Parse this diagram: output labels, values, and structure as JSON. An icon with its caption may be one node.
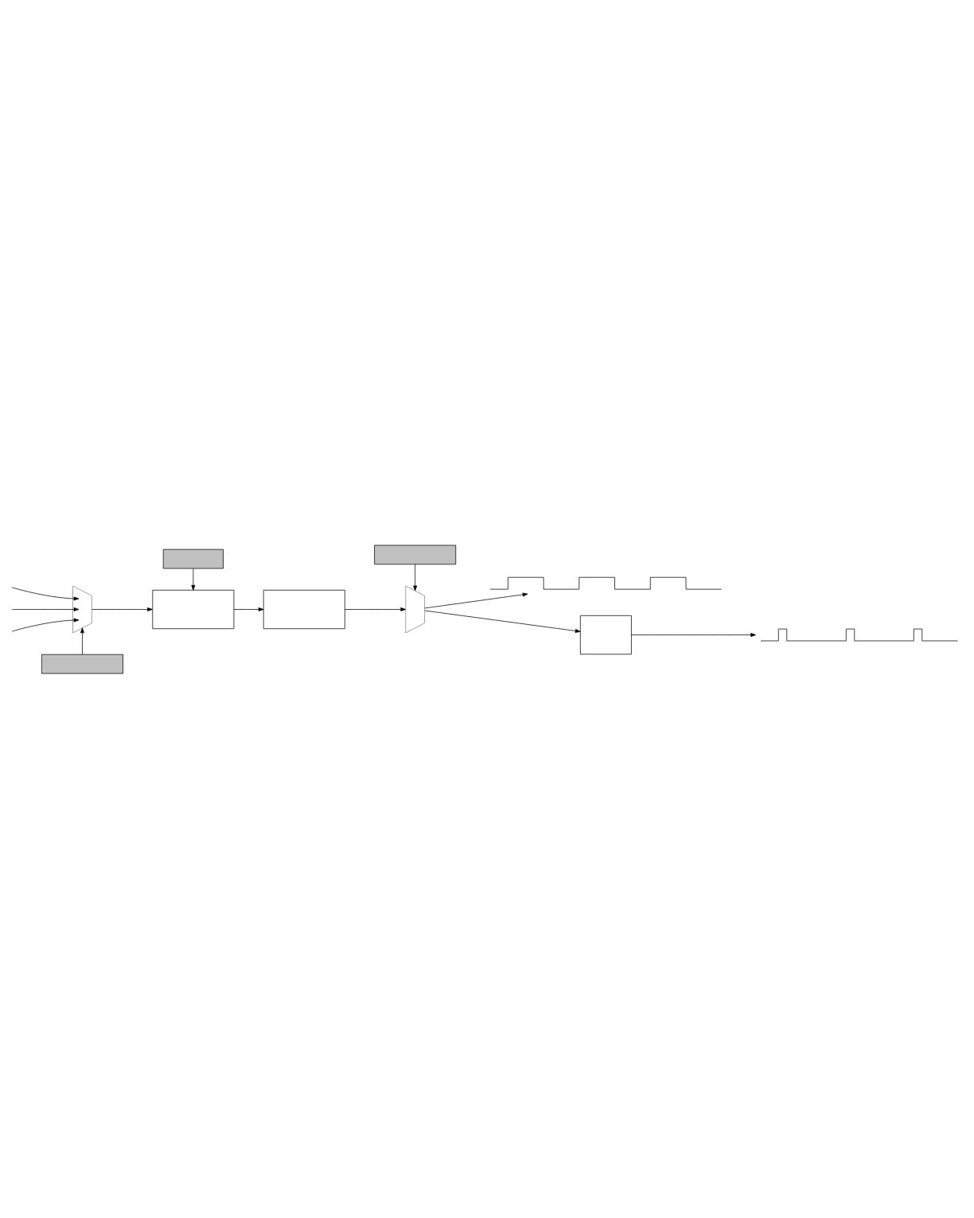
{
  "diagram": {
    "nodes": [
      {
        "text": [],
        "shape": "trapezoid"
      },
      {
        "text": [],
        "shape": "box"
      },
      {
        "text": [],
        "shape": "box"
      },
      {
        "text": [],
        "shape": "trapezoid"
      },
      {
        "text": [],
        "shape": "waveform"
      },
      {
        "text": [],
        "shape": "box"
      },
      {
        "text": [],
        "shape": "waveform"
      },
      {
        "text": [],
        "shape": "box"
      },
      {
        "text": [],
        "shape": "box"
      },
      {
        "text": [],
        "shape": "box"
      }
    ],
    "edges": [
      {
        "from": null,
        "to": 0,
        "arrow": "to"
      },
      {
        "from": null,
        "to": 0,
        "arrow": "to"
      },
      {
        "from": null,
        "to": 0,
        "arrow": "to"
      },
      {
        "from": 0,
        "to": 1,
        "arrow": "to"
      },
      {
        "from": 1,
        "to": 2,
        "arrow": "to"
      },
      {
        "from": 2,
        "to": 3,
        "arrow": "to"
      },
      {
        "from": 3,
        "to": 4,
        "arrow": "to"
      },
      {
        "from": 3,
        "to": 5,
        "arrow": "to"
      },
      {
        "from": 5,
        "to": 6,
        "arrow": "to"
      },
      {
        "from": 7,
        "to": 0,
        "arrow": "to"
      },
      {
        "from": 8,
        "to": 1,
        "arrow": "to"
      },
      {
        "from": 9,
        "to": 3,
        "arrow": "to"
      }
    ]
  }
}
